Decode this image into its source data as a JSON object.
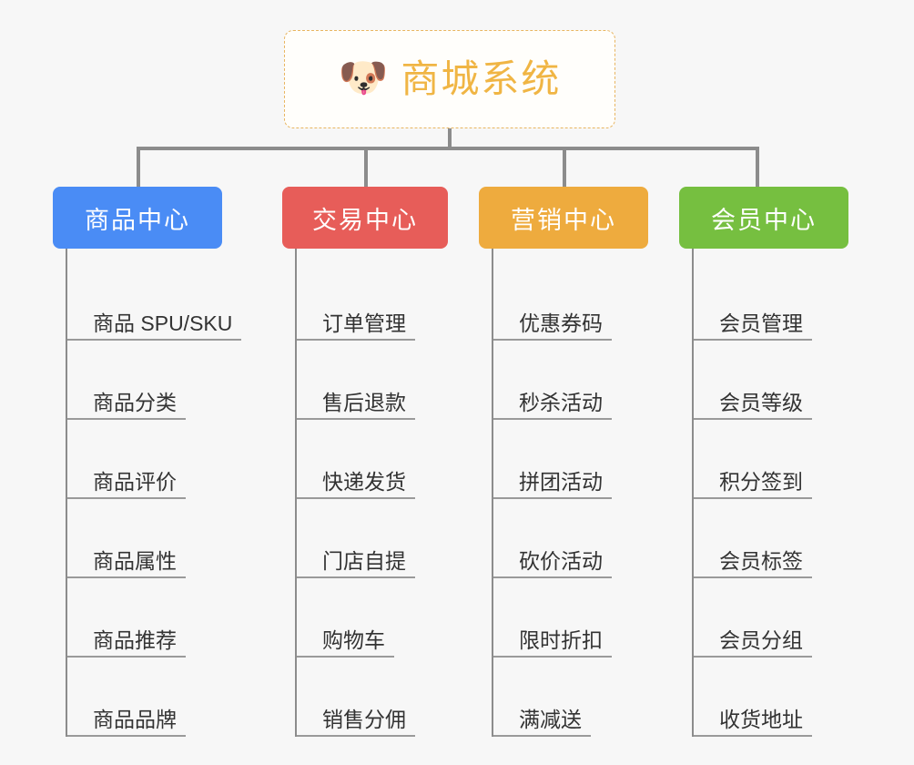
{
  "diagram": {
    "title": "商城系统",
    "root": {
      "label": "商城系统",
      "icon": "shiba-dog-emoji",
      "glyph": "🐶",
      "border_color": "#e8b560",
      "text_color": "#f0b544",
      "background": "#fffefb"
    },
    "background_color": "#f7f7f7",
    "connector_color": "#8c8c8c",
    "categories": [
      {
        "label": "商品中心",
        "color": "#4a8cf5",
        "items": [
          "商品 SPU/SKU",
          "商品分类",
          "商品评价",
          "商品属性",
          "商品推荐",
          "商品品牌"
        ]
      },
      {
        "label": "交易中心",
        "color": "#e75d59",
        "items": [
          "订单管理",
          "售后退款",
          "快递发货",
          "门店自提",
          "购物车",
          "销售分佣"
        ]
      },
      {
        "label": "营销中心",
        "color": "#eeab3e",
        "items": [
          "优惠券码",
          "秒杀活动",
          "拼团活动",
          "砍价活动",
          "限时折扣",
          "满减送"
        ]
      },
      {
        "label": "会员中心",
        "color": "#76bf40",
        "items": [
          "会员管理",
          "会员等级",
          "积分签到",
          "会员标签",
          "会员分组",
          "收货地址"
        ]
      }
    ]
  }
}
